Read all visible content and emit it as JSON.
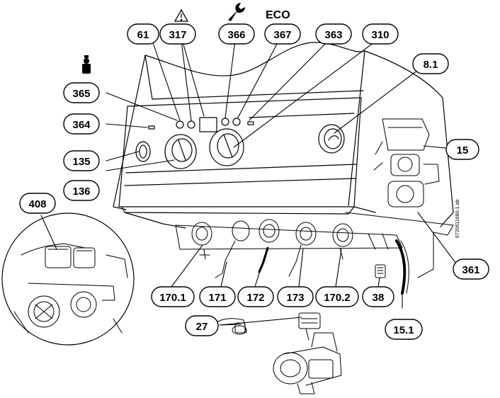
{
  "top_symbols": {
    "warning": "warning-triangle-icon",
    "service": "wrench-icon",
    "eco": "ECO",
    "chimney": "chimney-sweep-icon"
  },
  "doc_number": "6720611680-1.ab",
  "callouts": [
    {
      "id": "c61",
      "text": "61"
    },
    {
      "id": "c317",
      "text": "317"
    },
    {
      "id": "c366",
      "text": "366"
    },
    {
      "id": "c367",
      "text": "367"
    },
    {
      "id": "c363",
      "text": "363"
    },
    {
      "id": "c310",
      "text": "310"
    },
    {
      "id": "c8_1",
      "text": "8.1"
    },
    {
      "id": "c365",
      "text": "365"
    },
    {
      "id": "c364",
      "text": "364"
    },
    {
      "id": "c135",
      "text": "135"
    },
    {
      "id": "c136",
      "text": "136"
    },
    {
      "id": "c15",
      "text": "15"
    },
    {
      "id": "c408",
      "text": "408"
    },
    {
      "id": "c361",
      "text": "361"
    },
    {
      "id": "c170_1",
      "text": "170.1"
    },
    {
      "id": "c171",
      "text": "171"
    },
    {
      "id": "c172",
      "text": "172"
    },
    {
      "id": "c173",
      "text": "173"
    },
    {
      "id": "c170_2",
      "text": "170.2"
    },
    {
      "id": "c38",
      "text": "38"
    },
    {
      "id": "c15_1",
      "text": "15.1"
    },
    {
      "id": "c27",
      "text": "27"
    }
  ]
}
